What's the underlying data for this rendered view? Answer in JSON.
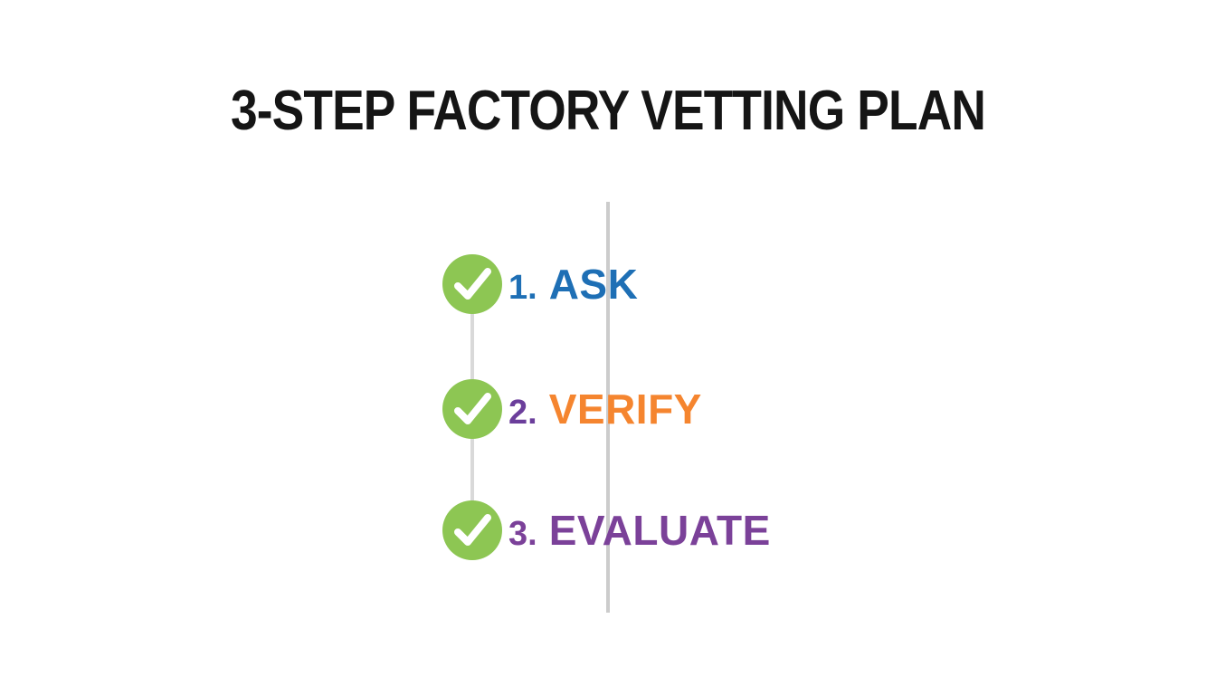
{
  "title": "3-STEP FACTORY VETTING PLAN",
  "colors": {
    "background": "#FFFFFF",
    "title_text": "#151515",
    "circle_green": "#8DC653",
    "checkmark_white": "#FFFFFF",
    "timeline_line_gray": "#CCCCCC",
    "connector_line_gray": "#D9D9D9",
    "step1_blue": "#1E6FB5",
    "step2_number_purple": "#6B3E9B",
    "step2_label_orange": "#F5852F",
    "step3_purple": "#7B4199"
  },
  "steps": [
    {
      "number": "1.",
      "label": "ASK",
      "number_color": "#1E6FB5",
      "label_color": "#1E6FB5"
    },
    {
      "number": "2.",
      "label": "VERIFY",
      "number_color": "#6B3E9B",
      "label_color": "#F5852F"
    },
    {
      "number": "3.",
      "label": "EVALUATE",
      "number_color": "#7B4199",
      "label_color": "#7B4199"
    }
  ]
}
